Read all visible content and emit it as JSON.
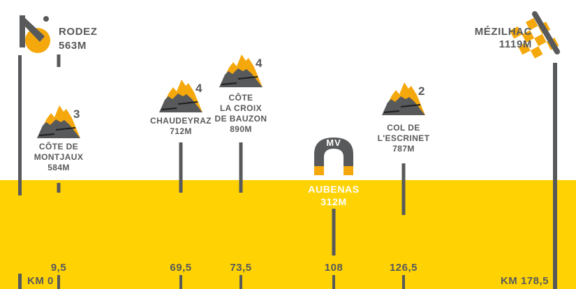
{
  "colors": {
    "yellow": "#FFD303",
    "orange": "#F5A80C",
    "dark": "#58595B",
    "white": "#FFFFFF",
    "ink": "#1E1E1E"
  },
  "profile": {
    "start": {
      "name": "RODEZ",
      "altitude": "563M",
      "km_label": "KM 0"
    },
    "finish": {
      "name": "MÉZILHAC",
      "altitude": "1119M",
      "km_label": "KM 178,5"
    },
    "waypoints": [
      {
        "type": "climb",
        "category": "3",
        "km": "9,5",
        "label_lines": [
          "CÔTE DE",
          "MONTJAUX"
        ],
        "altitude": "584M"
      },
      {
        "type": "climb",
        "category": "4",
        "km": "69,5",
        "label_lines": [
          "CHAUDEYRAZ"
        ],
        "altitude": "712M"
      },
      {
        "type": "climb",
        "category": "4",
        "km": "73,5",
        "label_lines": [
          "CÔTE",
          "LA CROIX",
          "DE BAUZON"
        ],
        "altitude": "890M"
      },
      {
        "type": "feed-zone",
        "km": "108",
        "icon_text": "MV",
        "label_lines": [
          "AUBENAS"
        ],
        "altitude": "312M"
      },
      {
        "type": "climb",
        "category": "2",
        "km": "126,5",
        "label_lines": [
          "COL DE",
          "L'ESCRINET"
        ],
        "altitude": "787M"
      }
    ]
  }
}
